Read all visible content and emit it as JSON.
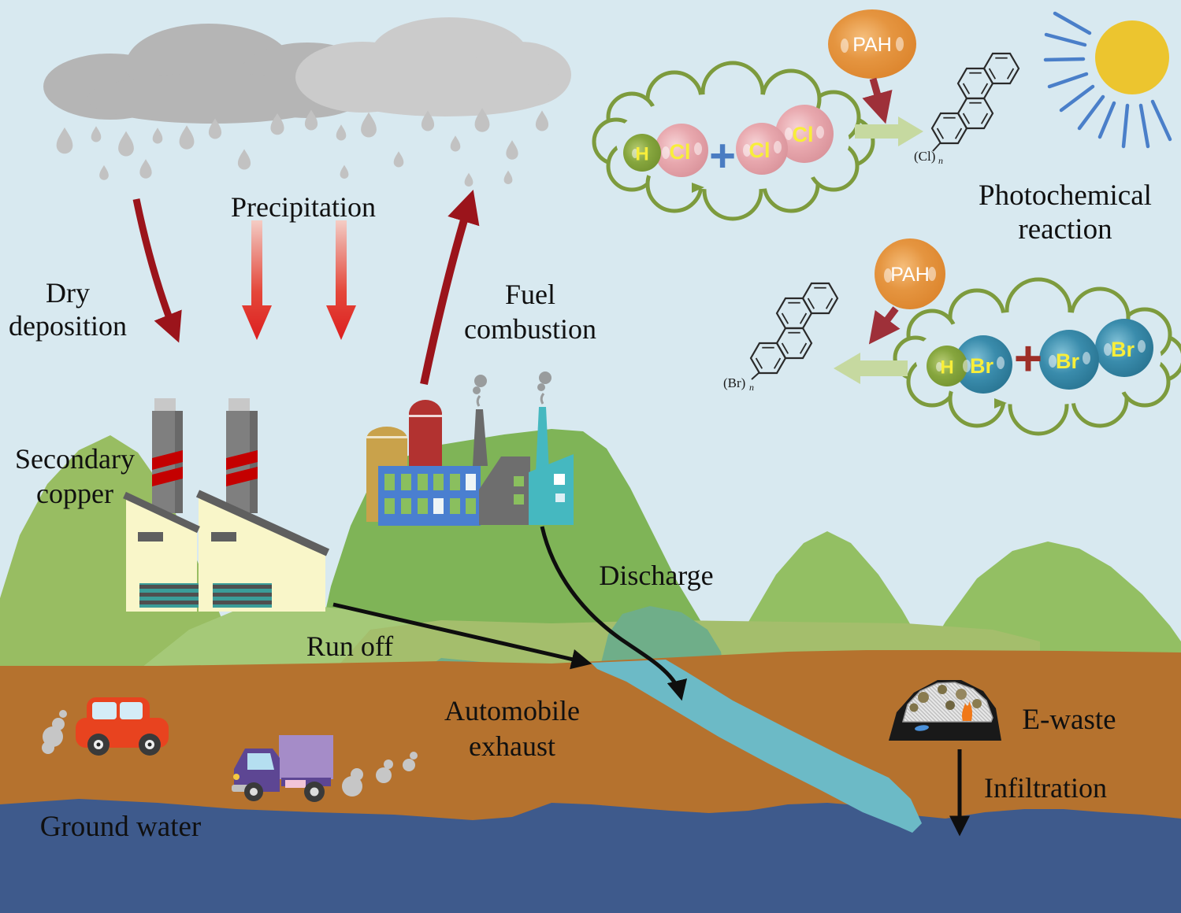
{
  "labels": {
    "precipitation": "Precipitation",
    "dry_deposition": [
      "Dry",
      "deposition"
    ],
    "fuel_combustion": [
      "Fuel",
      "combustion"
    ],
    "secondary_copper": [
      "Secondary",
      "copper"
    ],
    "run_off": "Run off",
    "discharge": "Discharge",
    "automobile_exhaust": [
      "Automobile",
      "exhaust"
    ],
    "ground_water": "Ground water",
    "e_waste": "E-waste",
    "infiltration": "Infiltration",
    "photochemical_reaction": [
      "Photochemical",
      "reaction"
    ]
  },
  "reaction_top": {
    "pah": "PAH",
    "h": "H",
    "cl1": "Cl",
    "cl2": "Cl",
    "cl3": "Cl",
    "plus": "+",
    "product": "(Cl)",
    "product_sub": "n"
  },
  "reaction_bottom": {
    "pah": "PAH",
    "h": "H",
    "br1": "Br",
    "br2": "Br",
    "br3": "Br",
    "plus": "+",
    "product": "(Br)",
    "product_sub": "n"
  },
  "colors": {
    "sky": "#d8e9f0",
    "soil_brown": "#b5722e",
    "ground_water_blue": "#3e5a8c",
    "river_teal": "#6cbac6",
    "hill_green": "#8cbb5e",
    "dark_red_arrow": "#9b141b",
    "pah_orange": "#e08a33",
    "chlorine_pink": "#e0989f",
    "bromine_teal": "#2e80a4",
    "hydrogen_green": "#7a9a33",
    "reaction_cloud_olive": "#7d9b3d",
    "sun_yellow": "#ecc52f",
    "sun_ray_blue": "#4a7fc9"
  }
}
